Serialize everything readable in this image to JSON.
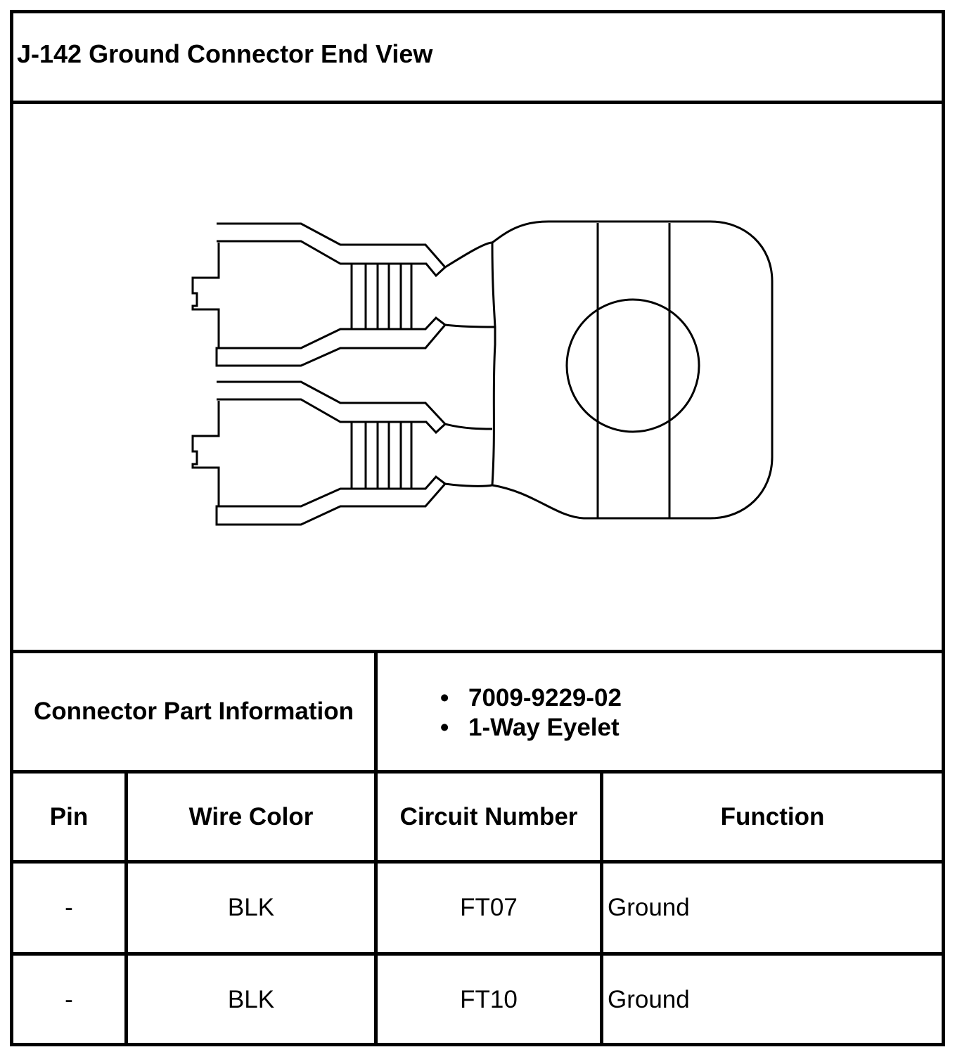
{
  "title": "J-142 Ground Connector End View",
  "part_info": {
    "label": "Connector Part Information",
    "items": [
      "7009-9229-02",
      "1-Way Eyelet"
    ]
  },
  "table": {
    "headers": [
      "Pin",
      "Wire Color",
      "Circuit Number",
      "Function"
    ],
    "rows": [
      [
        "-",
        "BLK",
        "FT07",
        "Ground"
      ],
      [
        "-",
        "BLK",
        "FT10",
        "Ground"
      ]
    ]
  }
}
